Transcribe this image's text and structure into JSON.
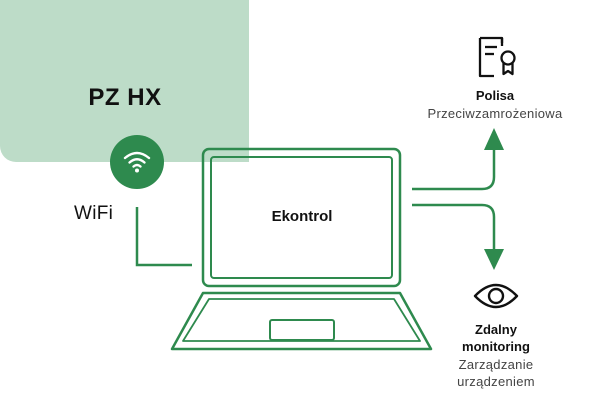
{
  "device": {
    "title": "PZ HX"
  },
  "connection": {
    "label": "WiFi"
  },
  "controller": {
    "label": "Ekontrol"
  },
  "outputs": {
    "policy": {
      "title": "Polisa",
      "subtitle": "Przeciwzamrożeniowa",
      "icon": "certificate-document-icon"
    },
    "monitoring": {
      "title_line1": "Zdalny",
      "title_line2": "monitoring",
      "subtitle_line1": "Zarządzanie",
      "subtitle_line2": "urządzeniem",
      "icon": "eye-icon"
    }
  },
  "colors": {
    "card": "#bddcc8",
    "accent": "#2e8a4e",
    "text": "#111111",
    "muted": "#444444"
  }
}
